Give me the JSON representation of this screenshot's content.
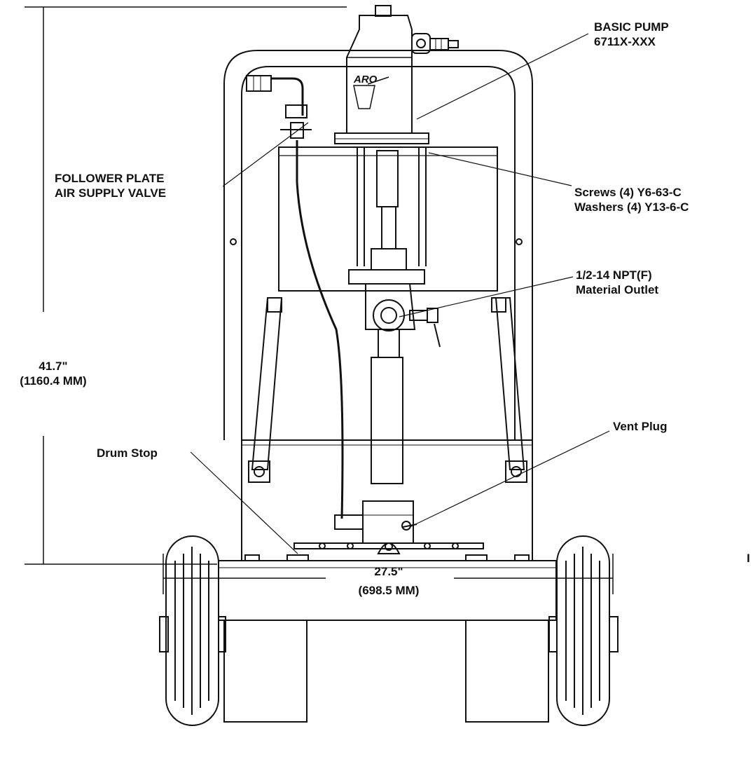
{
  "dimensions": {
    "height_in": "41.7\"",
    "height_mm": "(1160.4 MM)",
    "width_in": "27.5\"",
    "width_mm": "(698.5 MM)"
  },
  "callouts": {
    "basic_pump": [
      "BASIC PUMP",
      "6711X-XXX"
    ],
    "follower_valve": [
      "FOLLOWER PLATE",
      "AIR SUPPLY VALVE"
    ],
    "screws": [
      "Screws (4) Y6-63-C",
      "Washers (4) Y13-6-C"
    ],
    "outlet": [
      "1/2-14 NPT(F)",
      "Material Outlet"
    ],
    "vent_plug": "Vent Plug",
    "drum_stop": "Drum Stop",
    "edge_fragment": "I"
  },
  "brand": "ARO"
}
